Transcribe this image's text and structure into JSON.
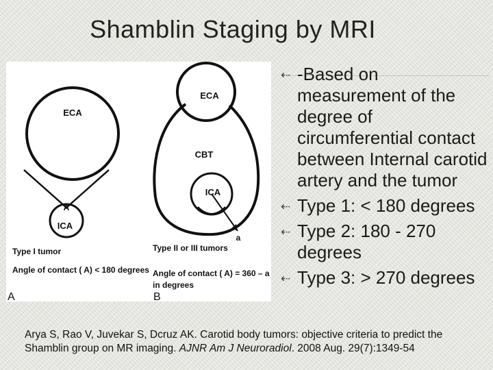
{
  "title": "Shamblin Staging by MRI",
  "figure": {
    "panel_a": {
      "letter": "A",
      "eca_label": "ECA",
      "ica_label": "ICA",
      "angle_label": "A",
      "type_label": "Type I tumor",
      "angle_text": "Angle of contact ( A) < 180 degrees"
    },
    "panel_b": {
      "letter": "B",
      "eca_label": "ECA",
      "cbt_label": "CBT",
      "ica_label": "ICA",
      "a_label": "a",
      "type_label": "Type II or III tumors",
      "angle_text_1": "Angle of contact ( A) = 360 – a",
      "angle_text_2": "in degrees"
    }
  },
  "bullets": [
    "-Based on measurement of the degree of circumferential contact between Internal carotid artery and the tumor",
    "Type 1: < 180 degrees",
    "Type 2: 180 - 270 degrees",
    "Type 3: > 270 degrees"
  ],
  "bullet_symbol": "⇠",
  "citation": {
    "before": "Arya S, Rao V, Juvekar S, Dcruz AK. Carotid body tumors: objective criteria to predict the Shamblin group on MR imaging. ",
    "journal": "AJNR Am J Neuroradiol",
    "after": ". 2008 Aug. 29(7):1349-54"
  }
}
